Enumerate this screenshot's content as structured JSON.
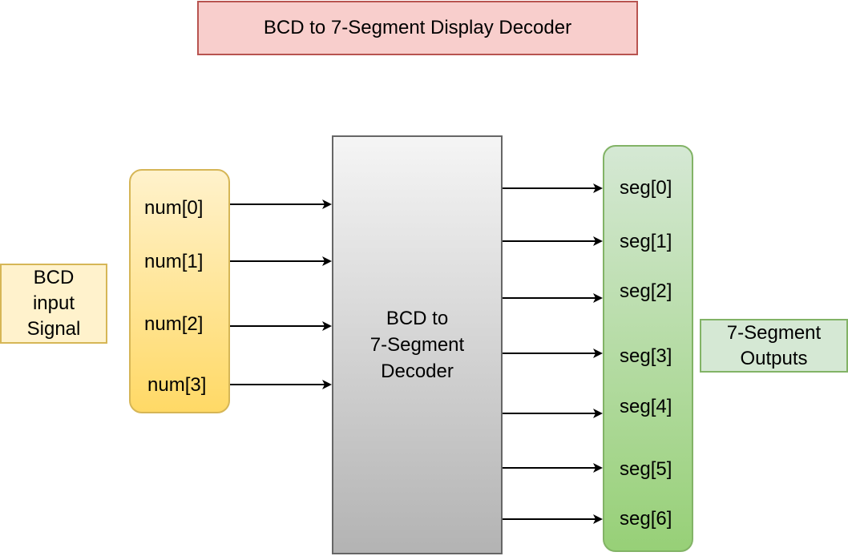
{
  "title": "BCD to 7-Segment Display Decoder",
  "input_group_label": "BCD\ninput\nSignal",
  "decoder_label": "BCD to\n7-Segment\nDecoder",
  "output_group_label": "7-Segment\nOutputs",
  "inputs": [
    "num[0]",
    "num[1]",
    "num[2]",
    "num[3]"
  ],
  "outputs": [
    "seg[0]",
    "seg[1]",
    "seg[2]",
    "seg[3]",
    "seg[4]",
    "seg[5]",
    "seg[6]"
  ],
  "colors": {
    "title_fill": "#f8cecc",
    "title_stroke": "#b85450",
    "input_fill": "#fff2cc",
    "input_stroke": "#d6b656",
    "decoder_fill": "#f5f5f5",
    "decoder_stroke": "#666666",
    "output_fill": "#d5e8d4",
    "output_stroke": "#82b366"
  }
}
